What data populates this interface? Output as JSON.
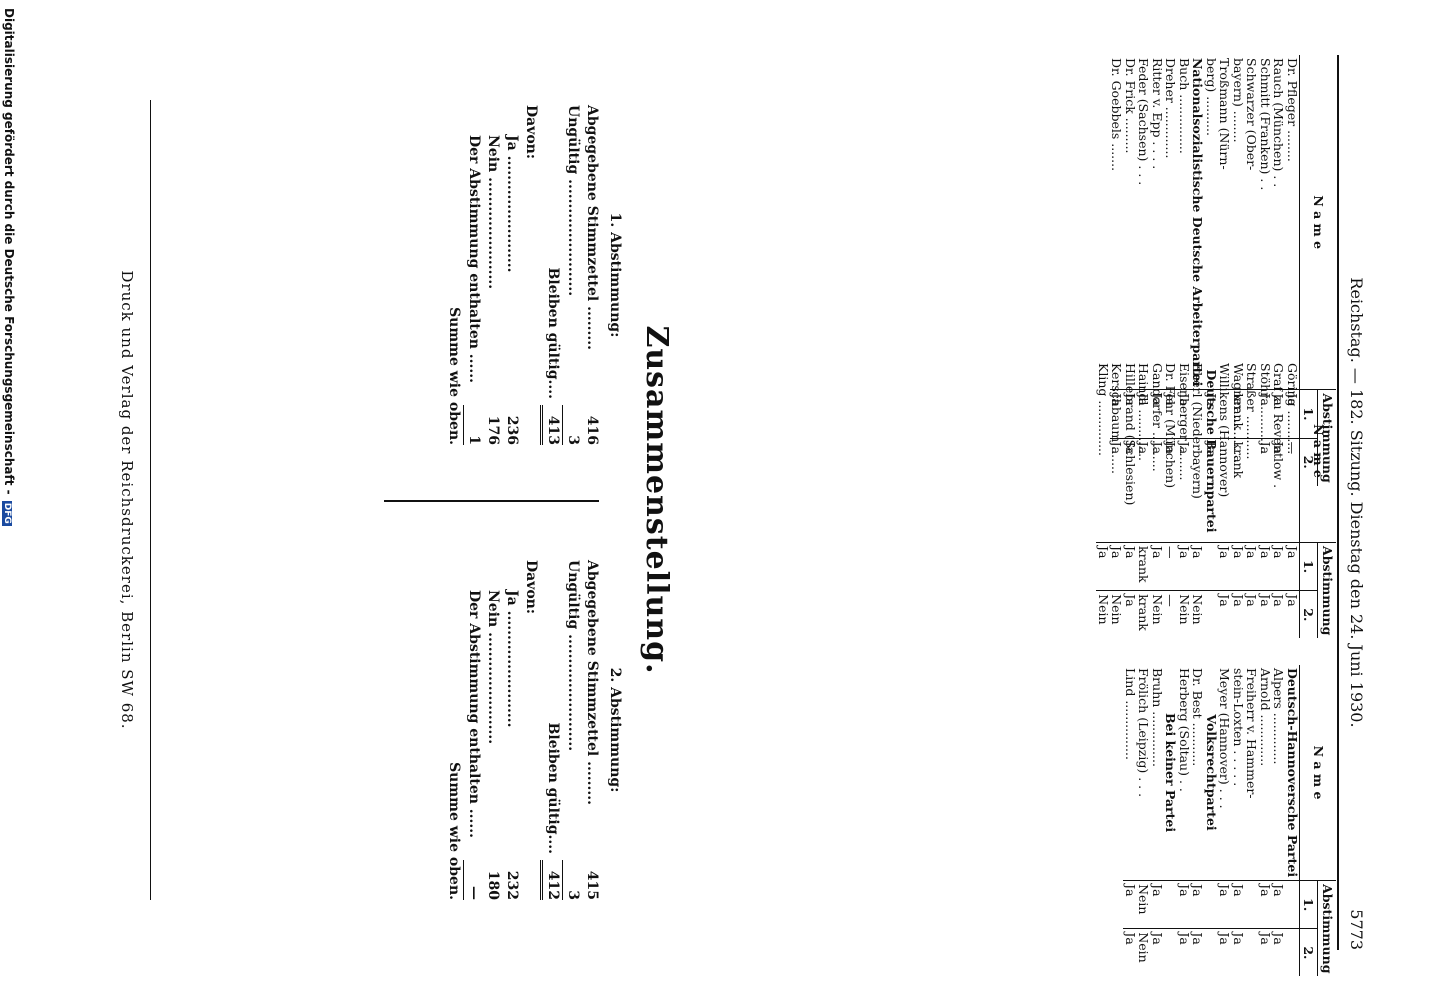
{
  "header": {
    "title": "Reichstag. — 182. Sitzung. Dienstag den 24. Juni 1930.",
    "page_number": "5773"
  },
  "col_headers": {
    "name": "N a m e",
    "abstimmung": "Abstimmung",
    "v1": "1.",
    "v2": "2."
  },
  "col1": {
    "rows": [
      {
        "name": "Dr. Pfleger ........",
        "v1": "Ja",
        "v2": "—"
      },
      {
        "name": "Rauch (München) . .",
        "v1": "Ja",
        "v2": "Ja"
      },
      {
        "name": "Schmitt (Franken) . .",
        "v1": "Ja",
        "v2": "Ja"
      },
      {
        "name": "Schwarzer (Ober-",
        "v1": "",
        "v2": ""
      },
      {
        "name": "bayern) ........",
        "v1": "krank",
        "v2": "krank",
        "indent": true
      },
      {
        "name": "Troßmann (Nürn-",
        "v1": "",
        "v2": ""
      },
      {
        "name": "berg) ..........",
        "v1": "Ja",
        "v2": "Ja",
        "indent": true
      }
    ],
    "party2": "Nationalsozialistische Deutsche Arbeiterpartei",
    "rows2": [
      {
        "name": "Buch ...............",
        "v1": "Ja",
        "v2": "Ja"
      },
      {
        "name": "Dreher .............",
        "v1": "Ja",
        "v2": "Ja"
      },
      {
        "name": "Ritter v. Epp . . . .",
        "v1": "Ja",
        "v2": "Ja"
      },
      {
        "name": "Feder (Sachsen) . . .",
        "v1": "Ja",
        "v2": "Ja"
      },
      {
        "name": "Dr. Frick .........",
        "v1": "Ja",
        "v2": "Ja"
      },
      {
        "name": "Dr. Goebbels .......",
        "v1": "Ja",
        "v2": "Ja"
      }
    ]
  },
  "col2": {
    "rows": [
      {
        "name": "Göring ...........",
        "v1": "Ja",
        "v2": "Ja"
      },
      {
        "name": "Graf zu Reventlow .",
        "v1": "Ja",
        "v2": "Ja"
      },
      {
        "name": "Stöhr .............",
        "v1": "Ja",
        "v2": "Ja"
      },
      {
        "name": "Straßer ...........",
        "v1": "Ja",
        "v2": "Ja"
      },
      {
        "name": "Wagner ............",
        "v1": "Ja",
        "v2": "Ja"
      },
      {
        "name": "Willikens (Hannover)",
        "v1": "Ja",
        "v2": "Ja"
      }
    ],
    "party2": "Deutsche Bauernpartei",
    "rows2": [
      {
        "name": "Eberl (Niederbayern)",
        "v1": "Ja",
        "v2": "Nein"
      },
      {
        "name": "Eisenberger .........",
        "v1": "Ja",
        "v2": "Nein"
      },
      {
        "name": "Dr. Fehr (München)",
        "v1": "—",
        "v2": "—"
      },
      {
        "name": "Gandorfer ..........",
        "v1": "Ja",
        "v2": "Nein"
      },
      {
        "name": "Haindl .............",
        "v1": "krank",
        "v2": "krank"
      },
      {
        "name": "Hillebrand (Schlesien)",
        "v1": "Ja",
        "v2": "Ja"
      },
      {
        "name": "Kerschbaum .......",
        "v1": "Ja",
        "v2": "Nein"
      },
      {
        "name": "Kling ..............",
        "v1": "Ja",
        "v2": "Nein"
      }
    ]
  },
  "col3": {
    "party1": "Deutsch-Hannoversche Partei",
    "rows": [
      {
        "name": "Alpers .............",
        "v1": "Ja",
        "v2": "Ja"
      },
      {
        "name": "Arnold .............",
        "v1": "Ja",
        "v2": "Ja"
      },
      {
        "name": "Freiherr v. Hammer-",
        "v1": "",
        "v2": ""
      },
      {
        "name": "stein-Loxten . . . . .",
        "v1": "Ja",
        "v2": "Ja",
        "indent": true
      },
      {
        "name": "Meyer (Hannover) . . .",
        "v1": "Ja",
        "v2": "Ja"
      }
    ],
    "party2": "Volksrechtpartei",
    "rows2": [
      {
        "name": "Dr. Best ...........",
        "v1": "Ja",
        "v2": "Ja"
      },
      {
        "name": "Herberg (Soltau) . .",
        "v1": "Ja",
        "v2": "Ja"
      }
    ],
    "party3": "Bei keiner Partei",
    "rows3": [
      {
        "name": "Bruhn ..............",
        "v1": "Ja",
        "v2": "Ja"
      },
      {
        "name": "Frölich (Leipzig) . . .",
        "v1": "Nein",
        "v2": "Nein"
      },
      {
        "name": "Lind ...............",
        "v1": "Ja",
        "v2": "Ja"
      }
    ]
  },
  "summary": {
    "title": "Zusammenstellung.",
    "left": {
      "title": "1. Abstimmung:",
      "abgegeben_label": "Abgegebene Stimmzettel .........",
      "abgegeben": "416",
      "ungueltig_label": "Ungültig ........................",
      "ungueltig": "3",
      "bleiben_label": "Bleiben gültig....",
      "bleiben": "413",
      "davon": "Davon:",
      "ja_label": "Ja ........................",
      "ja": "236",
      "nein_label": "Nein .......................",
      "nein": "176",
      "enthalten_label": "Der Abstimmung enthalten ......",
      "enthalten": "1",
      "summe": "Summe wie oben."
    },
    "right": {
      "title": "2. Abstimmung:",
      "abgegeben_label": "Abgegebene Stimmzettel .........",
      "abgegeben": "415",
      "ungueltig_label": "Ungültig ........................",
      "ungueltig": "3",
      "bleiben_label": "Bleiben gültig....",
      "bleiben": "412",
      "davon": "Davon:",
      "ja_label": "Ja ........................",
      "ja": "232",
      "nein_label": "Nein .......................",
      "nein": "180",
      "enthalten_label": "Der Abstimmung enthalten ......",
      "enthalten": "—",
      "summe": "Summe wie oben."
    }
  },
  "footer": "Druck und Verlag der Reichsdruckerei, Berlin SW 68.",
  "credit": "Digitalisierung gefördert durch die Deutsche Forschungsgemeinschaft -",
  "credit_logo": "DFG"
}
